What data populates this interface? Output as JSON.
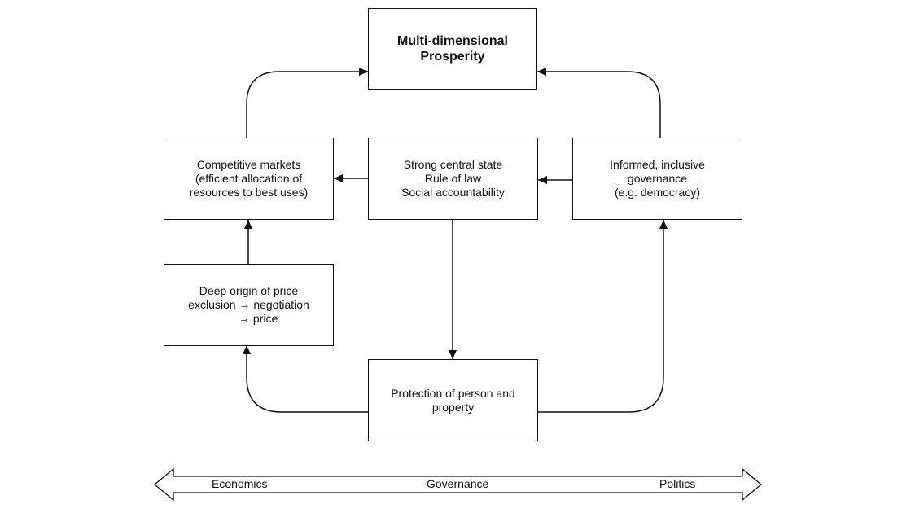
{
  "nodes": {
    "prosperity": "Multi-dimensional\nProsperity",
    "markets": "Competitive markets\n(efficient allocation of\nresources to best uses)",
    "state": "Strong central state\nRule of law\nSocial accountability",
    "governance_box": "Informed, inclusive\ngovernance\n(e.g. democracy)",
    "price": "Deep origin of price\nexclusion → negotiation\n      → price",
    "protection": "Protection of person and\nproperty"
  },
  "axis": {
    "left": "Economics",
    "center": "Governance",
    "right": "Politics"
  }
}
